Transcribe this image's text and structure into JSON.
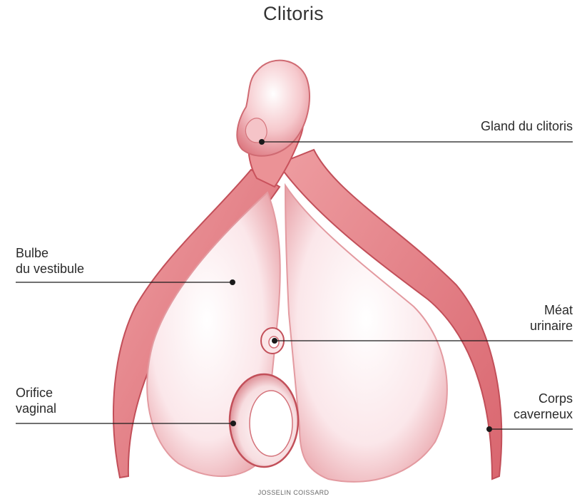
{
  "title": "Clitoris",
  "labels": {
    "gland": {
      "lines": [
        "Gland du clitoris"
      ]
    },
    "bulbe": {
      "lines": [
        "Bulbe",
        "du vestibule"
      ]
    },
    "meat": {
      "lines": [
        "Méat",
        "urinaire"
      ]
    },
    "orifice": {
      "lines": [
        "Orifice",
        "vaginal"
      ]
    },
    "corps": {
      "lines": [
        "Corps",
        "caverneux"
      ]
    }
  },
  "credit": "JOSSELIN COISSARD",
  "colors": {
    "tissue_fill": "#e48a8e",
    "tissue_shadow": "#c9525c",
    "tissue_light": "#fbeef0",
    "leader_line": "#1a1a1a"
  }
}
